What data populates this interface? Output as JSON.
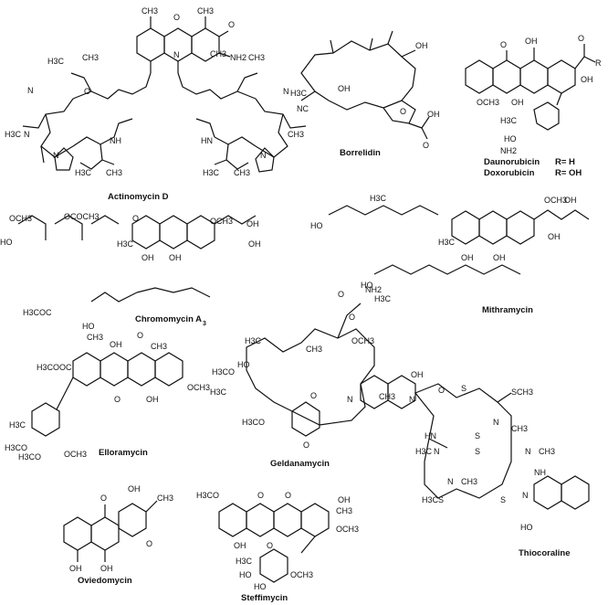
{
  "compounds": {
    "actinomycin_d": "Actinomycin D",
    "borrelidin": "Borrelidin",
    "dauno_doxo": {
      "name1": "Daunorubicin",
      "r1": "R= H",
      "name2": "Doxorubicin",
      "r2": "R= OH"
    },
    "chromomycin": {
      "name": "Chromomycin A",
      "sub": "3"
    },
    "mithramycin": "Mithramycin",
    "elloramycin": "Elloramycin",
    "geldanamycin": "Geldanamycin",
    "thiocoraline": "Thiocoraline",
    "oviedomycin": "Oviedomycin",
    "steffimycin": "Steffimycin"
  },
  "atoms": {
    "ch3": "CH3",
    "h3c": "H3C",
    "nh2": "NH2",
    "o": "O",
    "n": "N",
    "nh": "NH",
    "hn": "HN",
    "oh": "OH",
    "ho": "HO",
    "och3": "OCH3",
    "h3co": "H3CO",
    "s": "S",
    "sch3": "SCH3",
    "h3cs": "H3CS",
    "nc": "NC",
    "r": "R",
    "h3coc": "H3COC",
    "h3cooc": "H3COOC",
    "ocoh3": "OCOCH3"
  }
}
